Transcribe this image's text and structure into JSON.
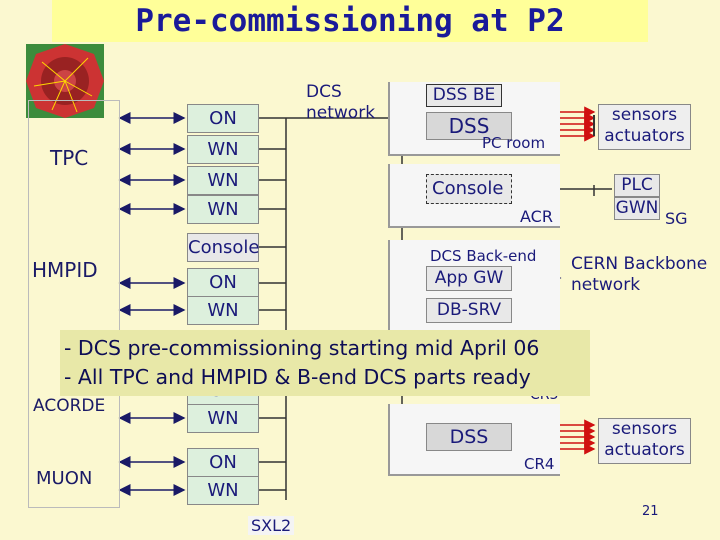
{
  "title": "Pre-commissioning at P2",
  "detectors": {
    "tpc": "TPC",
    "hmpid": "HMPID",
    "acorde": "ACORDE",
    "muon": "MUON"
  },
  "channels": {
    "tpc": [
      "ON",
      "WN",
      "WN",
      "WN"
    ],
    "console": "Console",
    "hmpid": [
      "ON",
      "WN"
    ],
    "acorde": [
      "ON",
      "WN"
    ],
    "muon": [
      "ON",
      "WN"
    ]
  },
  "network": {
    "dcs_network": "DCS\nnetwork"
  },
  "pc_room": {
    "dss_be": "DSS BE",
    "dss": "DSS",
    "label": "PC room"
  },
  "acr": {
    "console": "Console",
    "label": "ACR"
  },
  "backend": {
    "title": "DCS Back-end",
    "app_gw": "App GW",
    "db_srv": "DB-SRV",
    "cr3": "CR3"
  },
  "cr4": {
    "dss": "DSS",
    "label": "CR4"
  },
  "right": {
    "sensors_top": "sensors\nactuators",
    "plc": "PLC",
    "gwn": "GWN",
    "sg": "SG",
    "cern_backbone": "CERN Backbone\nnetwork",
    "sensors_bottom": "sensors\nactuators"
  },
  "sxl2": "SXL2",
  "banner": {
    "line1": "- DCS pre-commissioning starting mid April 06",
    "line2": "- All TPC and HMPID & B-end DCS parts ready"
  },
  "page_number": "21",
  "colors": {
    "title_bg": "#ffff99",
    "title_fg": "#1a1a99",
    "cell_bg": "#ddf0dd",
    "link_red": "#d01010",
    "banner_bg": "#e8e8a8"
  }
}
